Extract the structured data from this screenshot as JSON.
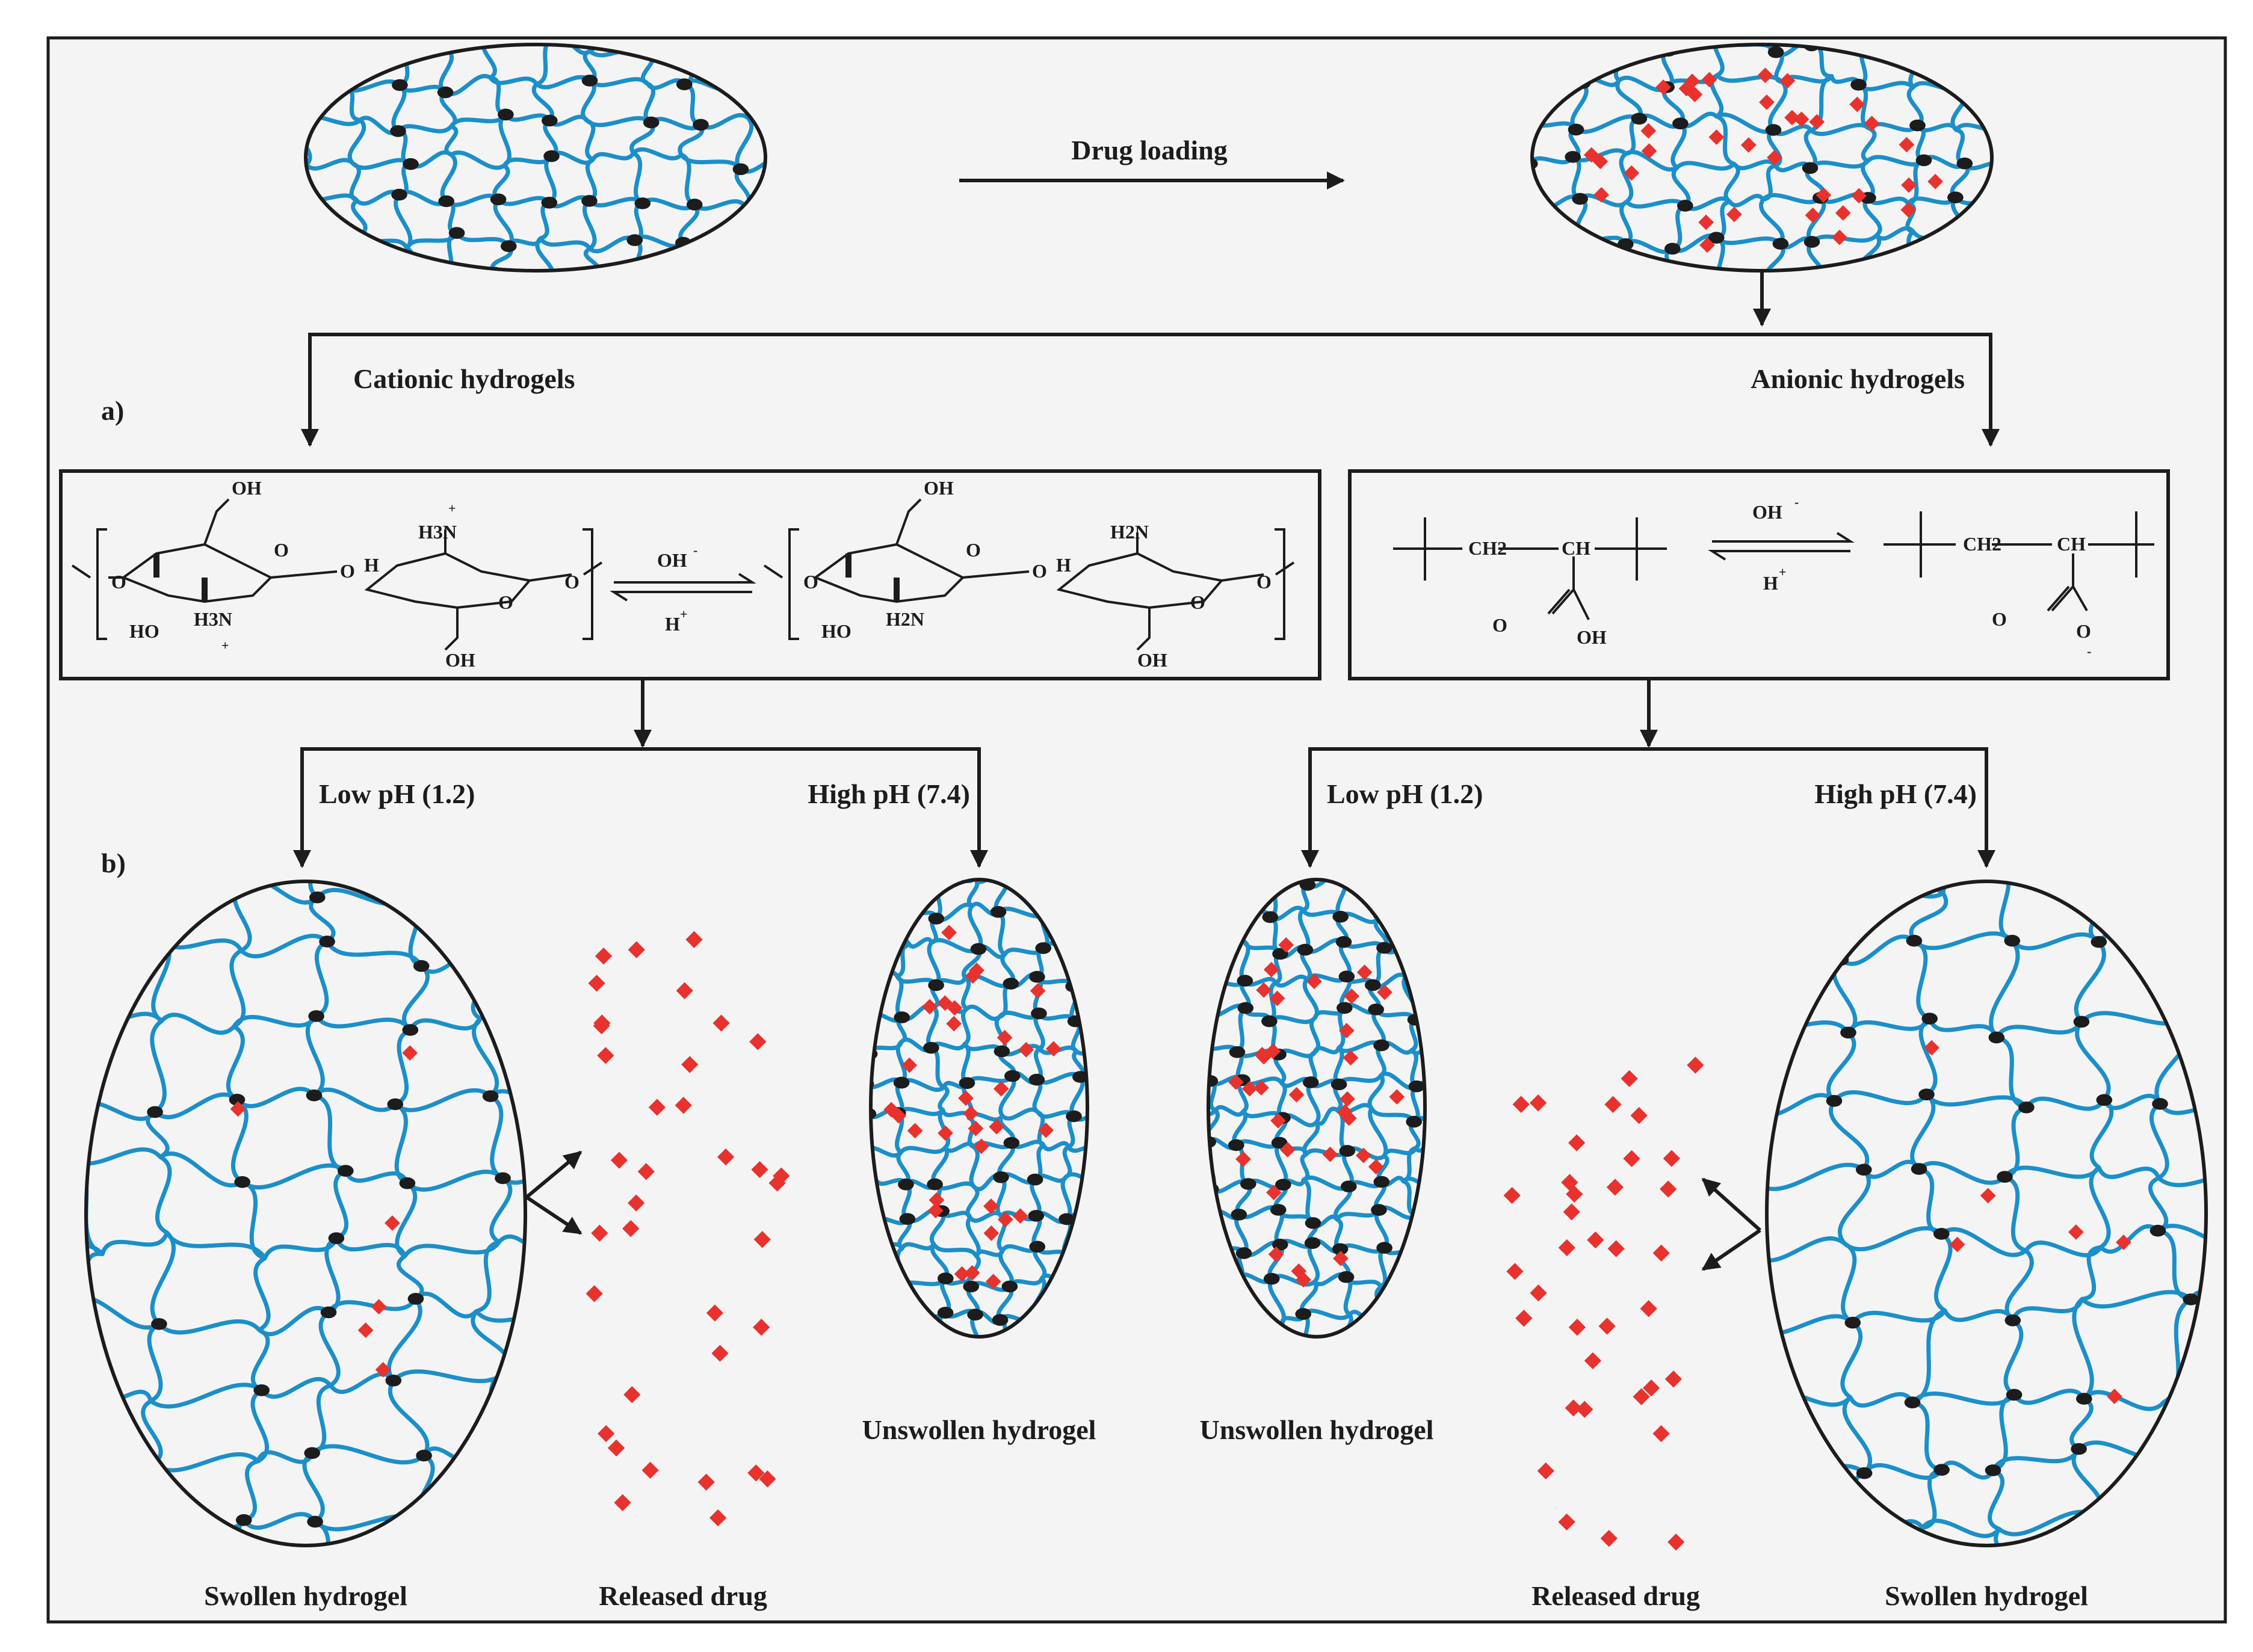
{
  "colors": {
    "background": "#f4f4f4",
    "frame": "#1c1c1c",
    "polymer_chain": "#1b8fc9",
    "crosslink_node": "#1c1c1c",
    "drug": "#e8322e"
  },
  "top": {
    "drug_loading_label": "Drug loading"
  },
  "branches": {
    "cationic_label": "Cationic hydrogels",
    "anionic_label": "Anionic hydrogels",
    "panel_a_label": "a)",
    "panel_b_label": "b)"
  },
  "cationic_chem": {
    "oh_top": "OH",
    "o_ring": "O",
    "o_link": "O",
    "o_left": "O",
    "h_label": "H",
    "h3n": "H3N",
    "plus": "+",
    "ho": "HO",
    "oh_bottom": "OH",
    "eq_top": "OH",
    "eq_top_sup": "-",
    "eq_bottom": "H",
    "eq_bottom_sup": "+",
    "h2n": "H2N"
  },
  "anionic_chem": {
    "ch2": "CH2",
    "ch": "CH",
    "o": "O",
    "oh": "OH",
    "eq_top": "OH",
    "eq_top_sup": "-",
    "eq_bottom": "H",
    "eq_bottom_sup": "+",
    "o_minus": "O",
    "minus": "-"
  },
  "ph_labels": {
    "low": "Low pH (1.2)",
    "high": "High pH (7.4)"
  },
  "captions": {
    "swollen": "Swollen hydrogel",
    "unswollen": "Unswollen hydrogel",
    "released": "Released drug"
  }
}
